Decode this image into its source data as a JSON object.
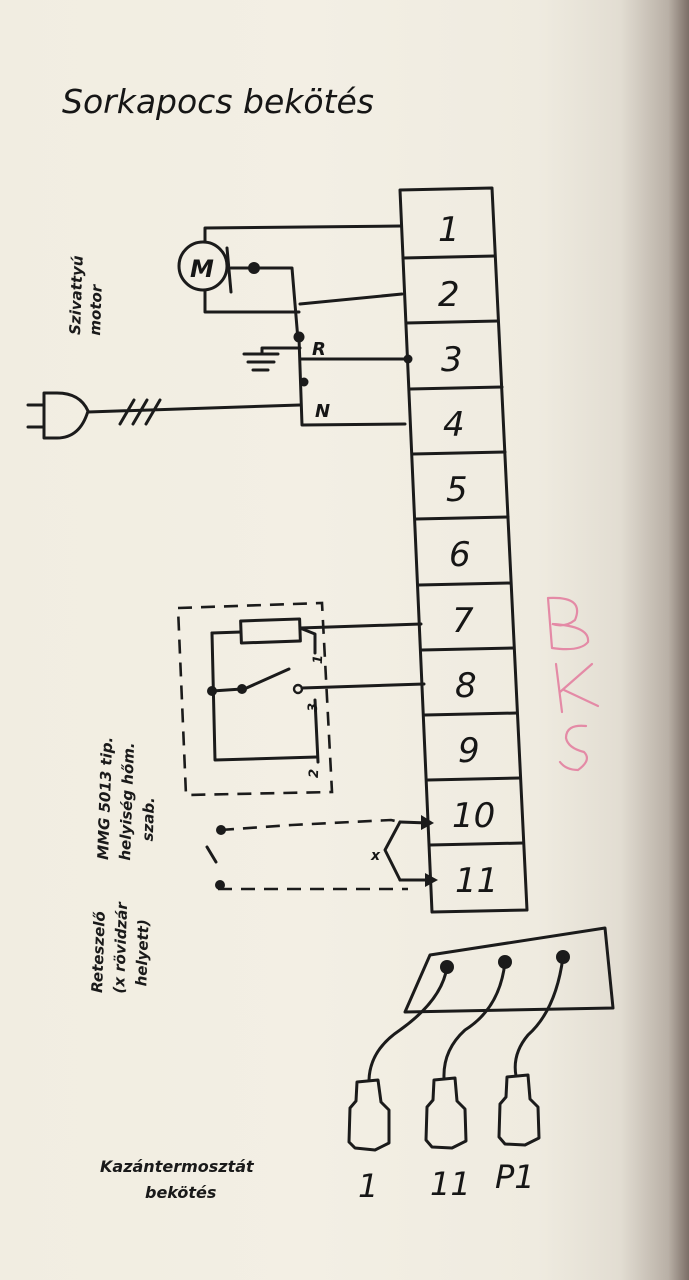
{
  "title": "Sorkapocs bekötés",
  "terminal_block": {
    "terminals": [
      "1",
      "2",
      "3",
      "4",
      "5",
      "6",
      "7",
      "8",
      "9",
      "10",
      "11"
    ]
  },
  "pump_motor": {
    "label_line1": "Szivattyú",
    "label_line2": "motor",
    "symbol": "M"
  },
  "power": {
    "phase_label": "R",
    "neutral_label": "N",
    "plug_icon": "power-plug-icon",
    "ground_icon": "ground-icon"
  },
  "room_thermostat": {
    "label_line1": "MMG 5013 tip.",
    "label_line2": "helyiség hőm.",
    "label_line3": "szab.",
    "contact_labels": [
      "1",
      "3",
      "2"
    ]
  },
  "interlock": {
    "label_line1": "Reteszelő",
    "label_line2": "(x rövidzár",
    "label_line3": "helyett)",
    "short_mark": "x"
  },
  "boiler_thermostat": {
    "label_line1": "Kazántermosztát",
    "label_line2": "bekötés",
    "connectors": [
      "1",
      "11",
      "P1"
    ]
  },
  "handwritten_notes": [
    "B",
    "K",
    "S"
  ]
}
